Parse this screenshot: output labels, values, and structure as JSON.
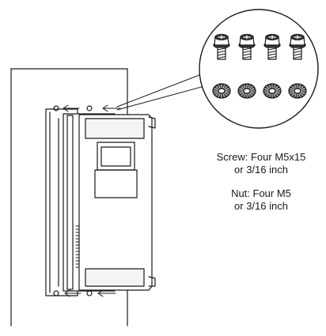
{
  "captions": {
    "screw_line1": "Screw: Four M5x15",
    "screw_line2": "or 3/16 inch",
    "nut_line1": "Nut: Four M5",
    "nut_line2": "or 3/16 inch"
  },
  "hardware": {
    "screw_count": 4,
    "nut_count": 4
  },
  "colors": {
    "line": "#1a1a1a",
    "panel": "#f4f4f4",
    "fill_dark": "#3a3a3a"
  }
}
